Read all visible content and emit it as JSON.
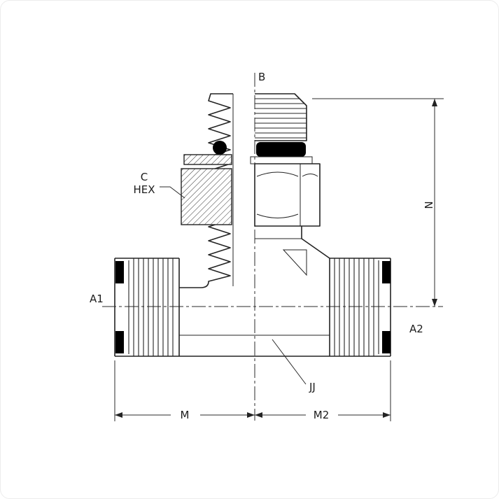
{
  "drawing": {
    "labels": {
      "top_port": "B",
      "hex_ref_line1": "C",
      "hex_ref_line2": "HEX",
      "left_port": "A1",
      "right_port": "A2",
      "height_dim": "N",
      "left_length_dim": "M",
      "right_length_dim": "M2",
      "body_ref": "JJ"
    },
    "colors": {
      "line": "#232323",
      "background": "#ffffff",
      "seal": "#000000"
    }
  }
}
